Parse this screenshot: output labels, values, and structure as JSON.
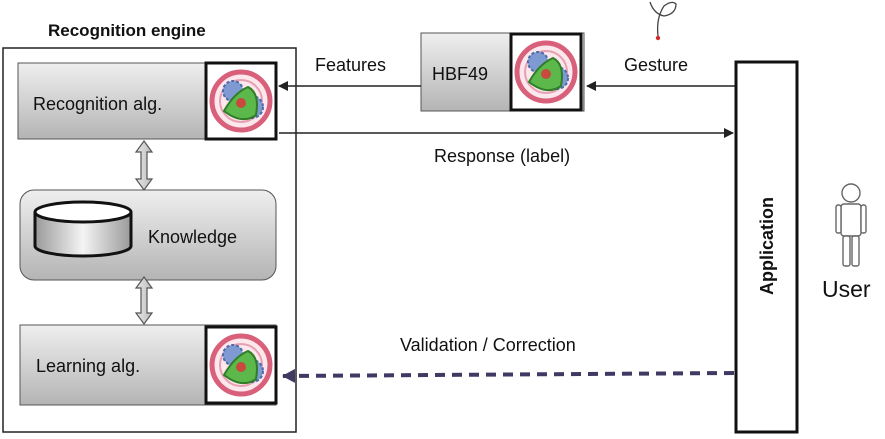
{
  "engine": {
    "title": "Recognition engine",
    "recognition_label": "Recognition alg.",
    "knowledge_label": "Knowledge",
    "learning_label": "Learning alg."
  },
  "hbf": {
    "label": "HBF49"
  },
  "application": {
    "label": "Application"
  },
  "user": {
    "label": "User"
  },
  "arrows": {
    "features": "Features",
    "gesture": "Gesture",
    "response": "Response (label)",
    "validation": "Validation / Correction"
  },
  "icons": {
    "engine": "gear-engine-icon",
    "user": "person-icon",
    "gesture": "gesture-stroke-icon",
    "database": "database-icon"
  },
  "colors": {
    "box_top": "#ededed",
    "box_bottom": "#b5b5b5",
    "dashed_arrow": "#3f3a63",
    "gear_pink": "#e0627a",
    "gear_blue": "#6a8cc8",
    "gear_green": "#4caa3c"
  }
}
